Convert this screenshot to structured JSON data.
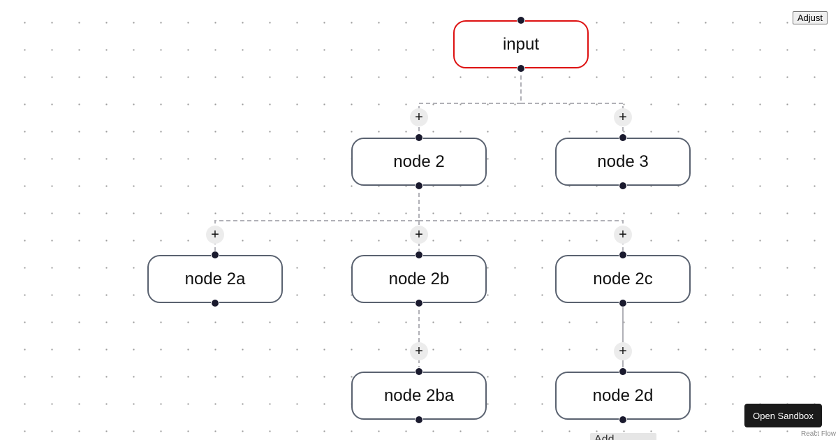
{
  "toolbar": {
    "adjust_label": "Adjust",
    "sandbox_label": "Open Sandbox",
    "attribution": "React Flow",
    "add_node_label": "Add"
  },
  "nodes": [
    {
      "id": "input",
      "label": "input",
      "selected": true
    },
    {
      "id": "node2",
      "label": "node 2",
      "selected": false
    },
    {
      "id": "node3",
      "label": "node 3",
      "selected": false
    },
    {
      "id": "node2a",
      "label": "node 2a",
      "selected": false
    },
    {
      "id": "node2b",
      "label": "node 2b",
      "selected": false
    },
    {
      "id": "node2c",
      "label": "node 2c",
      "selected": false
    },
    {
      "id": "node2ba",
      "label": "node 2ba",
      "selected": false
    },
    {
      "id": "node2d",
      "label": "node 2d",
      "selected": false
    }
  ],
  "edges": [
    {
      "source": "input",
      "target": "node2",
      "style": "dashed"
    },
    {
      "source": "input",
      "target": "node3",
      "style": "dashed"
    },
    {
      "source": "node2",
      "target": "node2a",
      "style": "dashed"
    },
    {
      "source": "node2",
      "target": "node2b",
      "style": "dashed"
    },
    {
      "source": "node2",
      "target": "node2c",
      "style": "dashed"
    },
    {
      "source": "node2b",
      "target": "node2ba",
      "style": "dashed"
    },
    {
      "source": "node2c",
      "target": "node2d",
      "style": "solid"
    }
  ],
  "add_button_glyph": "+",
  "colors": {
    "selected_border": "#dd1111",
    "node_border": "#5a6270",
    "handle": "#1a1a2e",
    "edge": "#b1b1b7"
  }
}
